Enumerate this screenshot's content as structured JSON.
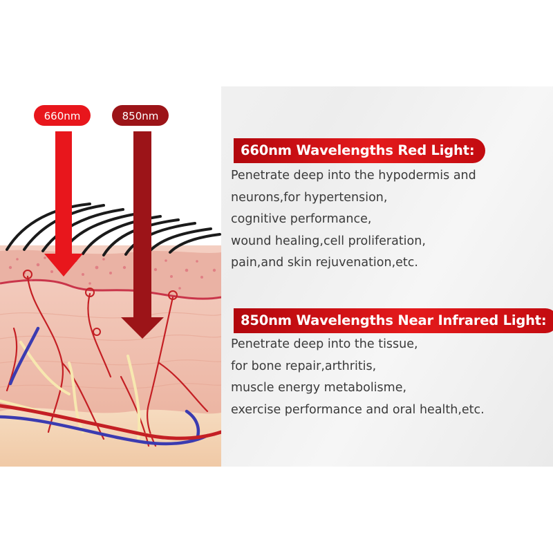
{
  "arrows": [
    {
      "label": "660nm",
      "color": "#e8161c"
    },
    {
      "label": "850nm",
      "color": "#9c1418"
    }
  ],
  "sections": [
    {
      "heading": "660nm Wavelengths Red Light:",
      "lines": [
        "Penetrate deep into the hypodermis and",
        "neurons,for hypertension,",
        "cognitive performance,",
        "wound healing,cell proliferation,",
        "pain,and skin rejuvenation,etc."
      ]
    },
    {
      "heading": "850nm Wavelengths Near Infrared Light:",
      "lines": [
        "Penetrate deep into the tissue,",
        "for bone repair,arthritis,",
        "muscle energy metabolisme,",
        "exercise performance and oral health,etc."
      ]
    }
  ],
  "colors": {
    "heading_bg": "#d81418",
    "text": "#3a3a3a",
    "skin": "#f1c7b8",
    "vein": "#3b3bb0",
    "nerve": "#f3e3a4"
  }
}
